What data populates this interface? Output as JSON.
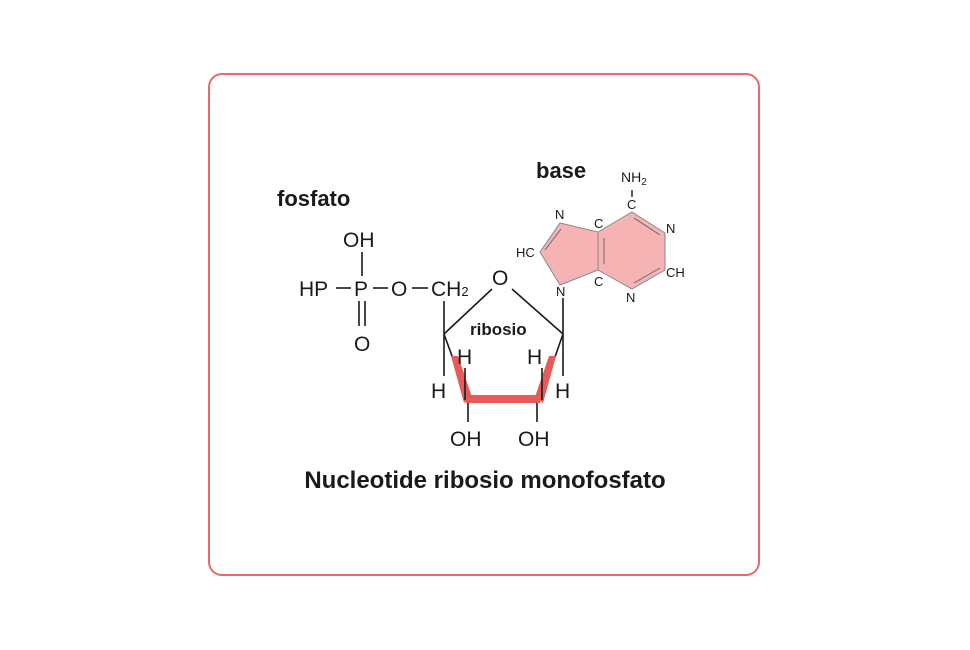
{
  "labels": {
    "fosfato": "fosfato",
    "base": "base",
    "ribosio": "ribosio",
    "title": "Nucleotide ribosio monofosfato"
  },
  "phosphate": {
    "hp": "HP",
    "p": "P",
    "o_link": "O",
    "ch2": "CH",
    "ch2_sub": "2",
    "oh": "OH",
    "o_dbl": "O"
  },
  "sugar": {
    "ring_o": "O",
    "h_left_inner": "H",
    "h_right_inner": "H",
    "h_left_outer": "H",
    "h_right_outer": "H",
    "oh_left": "OH",
    "oh_right": "OH"
  },
  "base_atoms": {
    "nh2": "NH",
    "nh2_sub": "2",
    "c_top": "C",
    "n_top_left": "N",
    "c_top_mid": "C",
    "n_right": "N",
    "hc": "HC",
    "c_bottom_mid": "C",
    "ch_right": "CH",
    "n_bottom": "N",
    "n_link": "N"
  },
  "colors": {
    "border": "#e86a6a",
    "base_fill": "#f5b3b3",
    "bond_red": "#e85a5a"
  }
}
